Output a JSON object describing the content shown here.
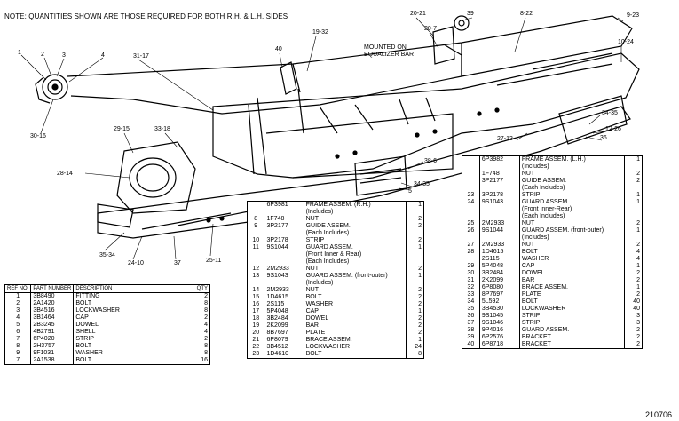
{
  "note": "NOTE: QUANTITIES SHOWN ARE THOSE REQUIRED FOR BOTH R.H. & L.H. SIDES",
  "mounted_label": [
    "MOUNTED ON",
    "EQUALIZER BAR"
  ],
  "figure_number": "210706",
  "callouts": [
    "1",
    "2",
    "3",
    "4",
    "30-16",
    "31-17",
    "29-15",
    "33-18",
    "28-14",
    "35-34",
    "24-10",
    "37",
    "25-11",
    "40",
    "19-32",
    "20-21",
    "39",
    "20-7",
    "8-22",
    "9-23",
    "10-24",
    "34-35",
    "12-26",
    "36",
    "27-13",
    "38-6",
    "34-35",
    "5"
  ],
  "table_left": {
    "headers": {
      "ref": "REF NO.",
      "part": "PART NUMBER",
      "desc": "DESCRIPTION",
      "qty": "QTY"
    },
    "rows": [
      [
        "1",
        "3B8490",
        "FITTING",
        "2"
      ],
      [
        "2",
        "2A1420",
        "BOLT",
        "8"
      ],
      [
        "3",
        "3B4516",
        "LOCKWASHER",
        "8"
      ],
      [
        "4",
        "3B1464",
        "CAP",
        "2"
      ],
      [
        "5",
        "2B3245",
        "DOWEL",
        "4"
      ],
      [
        "6",
        "4B2791",
        "SHELL",
        "4"
      ],
      [
        "7",
        "6P4020",
        "STRIP",
        "2"
      ],
      [
        "8",
        "2H3757",
        "BOLT",
        "8"
      ],
      [
        "9",
        "9F1031",
        "WASHER",
        "8"
      ],
      [
        "",
        "",
        " ",
        ""
      ],
      [
        "7",
        "2A1538",
        "BOLT",
        "16"
      ]
    ]
  },
  "table_mid": {
    "rows": [
      [
        "",
        "6P3981",
        "FRAME ASSEM. (R.H.)",
        "1"
      ],
      [
        "",
        "",
        "(Includes)",
        ""
      ],
      [
        "8",
        "1F748",
        "NUT",
        "2"
      ],
      [
        "9",
        "3P2177",
        "GUIDE ASSEM.",
        "2"
      ],
      [
        "",
        "",
        "(Each Includes)",
        ""
      ],
      [
        "10",
        "3P2178",
        "STRIP",
        "2"
      ],
      [
        "11",
        "9S1044",
        "GUARD ASSEM.",
        "1"
      ],
      [
        "",
        "",
        "(Front Inner & Rear)",
        ""
      ],
      [
        "",
        "",
        "(Each Includes)",
        ""
      ],
      [
        "12",
        "2M2933",
        "NUT",
        "2"
      ],
      [
        "13",
        "9S1043",
        "GUARD ASSEM. (front-outer)",
        "1"
      ],
      [
        "",
        "",
        "(Includes)",
        ""
      ],
      [
        "14",
        "2M2933",
        "NUT",
        "2"
      ],
      [
        "15",
        "1D4615",
        "BOLT",
        "2"
      ],
      [
        "16",
        "2S115",
        "WASHER",
        "2"
      ],
      [
        "17",
        "5P4048",
        "CAP",
        "1"
      ],
      [
        "18",
        "3B2484",
        "DOWEL",
        "2"
      ],
      [
        "19",
        "2K2099",
        "BAR",
        "2"
      ],
      [
        "20",
        "8B7697",
        "PLATE",
        "2"
      ],
      [
        "21",
        "6P8079",
        "BRACE ASSEM.",
        "1"
      ],
      [
        "22",
        "3B4512",
        "LOCKWASHER",
        "24"
      ],
      [
        "23",
        "1D4610",
        "BOLT",
        "8"
      ]
    ]
  },
  "table_right": {
    "rows": [
      [
        "",
        "6P3982",
        "FRAME ASSEM. (L.H.)",
        "1"
      ],
      [
        "",
        "",
        "(Includes)",
        ""
      ],
      [
        "",
        "1F748",
        "NUT",
        "2"
      ],
      [
        "",
        "3P2177",
        "GUIDE ASSEM.",
        "2"
      ],
      [
        "",
        "",
        "(Each Includes)",
        ""
      ],
      [
        "23",
        "3P2178",
        "STRIP",
        "1"
      ],
      [
        "24",
        "9S1043",
        "GUARD ASSEM.",
        "1"
      ],
      [
        "",
        "",
        "(Front Inner-Rear)",
        ""
      ],
      [
        "",
        "",
        "(Each Includes)",
        ""
      ],
      [
        "25",
        "2M2933",
        "NUT",
        "2"
      ],
      [
        "26",
        "9S1044",
        "GUARD ASSEM. (front-outer)",
        "1"
      ],
      [
        "",
        "",
        "(Includes)",
        ""
      ],
      [
        "27",
        "2M2933",
        "NUT",
        "2"
      ],
      [
        "28",
        "1D4615",
        "BOLT",
        "4"
      ],
      [
        "",
        "2S115",
        "WASHER",
        "4"
      ],
      [
        "29",
        "5P4048",
        "CAP",
        "1"
      ],
      [
        "30",
        "3B2484",
        "DOWEL",
        "2"
      ],
      [
        "31",
        "2K2099",
        "BAR",
        "2"
      ],
      [
        "32",
        "6P8080",
        "BRACE ASSEM.",
        "1"
      ],
      [
        "33",
        "8P7697",
        "PLATE",
        "2"
      ],
      [
        "34",
        "5L592",
        "BOLT",
        "40"
      ],
      [
        "35",
        "3B4530",
        "LOCKWASHER",
        "40"
      ],
      [
        "36",
        "9S1045",
        "STRIP",
        "3"
      ],
      [
        "37",
        "9S1046",
        "STRIP",
        "3"
      ],
      [
        "38",
        "9P4016",
        "GUARD ASSEM.",
        "2"
      ],
      [
        "39",
        "6P2576",
        "BRACKET",
        "2"
      ],
      [
        "40",
        "6P8718",
        "BRACKET",
        "2"
      ]
    ]
  }
}
